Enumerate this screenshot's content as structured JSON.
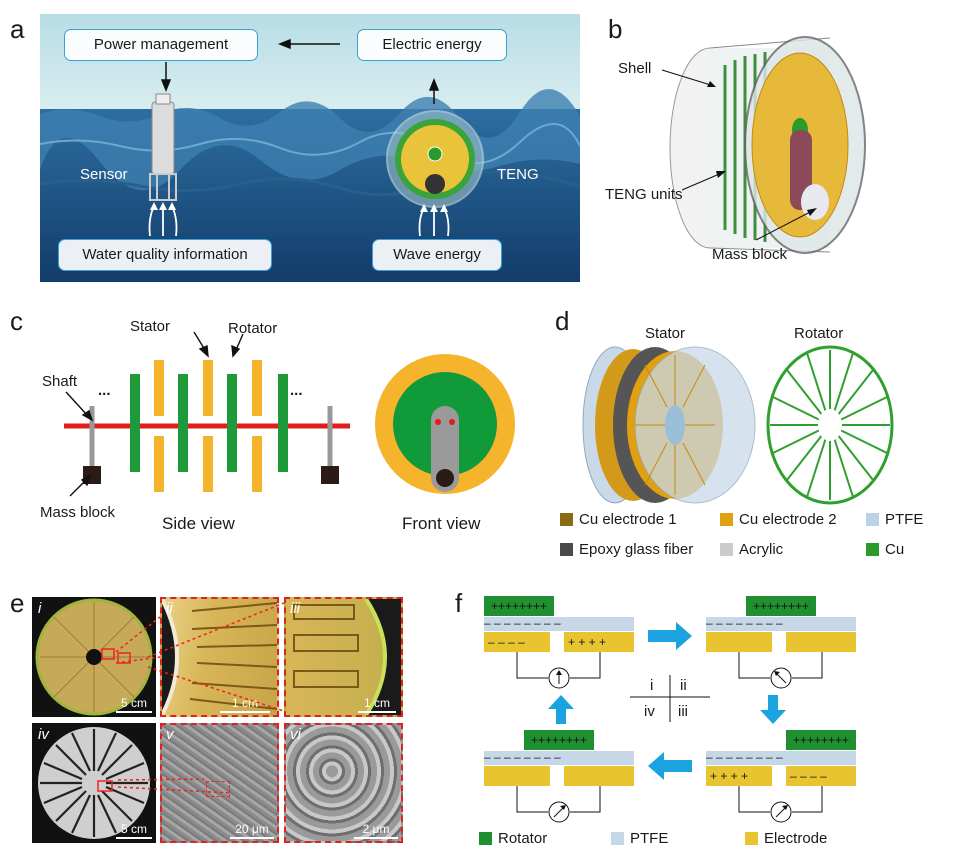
{
  "panels": {
    "a": "a",
    "b": "b",
    "c": "c",
    "d": "d",
    "e": "e",
    "f": "f"
  },
  "a": {
    "power_management": "Power management",
    "electric_energy": "Electric energy",
    "sensor": "Sensor",
    "teng": "TENG",
    "water_quality": "Water quality information",
    "wave_energy": "Wave energy"
  },
  "b": {
    "shell": "Shell",
    "teng_units": "TENG units",
    "mass_block": "Mass block"
  },
  "c": {
    "stator": "Stator",
    "rotator": "Rotator",
    "shaft": "Shaft",
    "mass_block": "Mass block",
    "side_view": "Side view",
    "front_view": "Front view",
    "ellipsis": "..."
  },
  "d": {
    "stator": "Stator",
    "rotator": "Rotator",
    "legend": [
      {
        "label": "Cu electrode 1",
        "color": "#8a6a12"
      },
      {
        "label": "Cu electrode 2",
        "color": "#e0a010"
      },
      {
        "label": "PTFE",
        "color": "#bcd3e6"
      },
      {
        "label": "Epoxy glass fiber",
        "color": "#4a4a4a"
      },
      {
        "label": "Acrylic",
        "color": "#cccccc"
      },
      {
        "label": "Cu",
        "color": "#2a9a2a"
      }
    ]
  },
  "e": {
    "labels": [
      "i",
      "ii",
      "iii",
      "iv",
      "v",
      "vi"
    ],
    "scales": [
      "5 cm",
      "1 cm",
      "1 cm",
      "5 cm",
      "20 μm",
      "2 μm"
    ]
  },
  "f": {
    "quadrants": [
      "i",
      "ii",
      "iv",
      "iii"
    ],
    "plus_row": "++++++++",
    "minus_row": "– – – – – – – –",
    "minus_half": "– – – –",
    "plus_half": "+ + + +",
    "legend": [
      {
        "label": "Rotator",
        "color": "#1f8f2f"
      },
      {
        "label": "PTFE",
        "color": "#c6d8e8"
      },
      {
        "label": "Electrode",
        "color": "#e8c431"
      }
    ]
  }
}
